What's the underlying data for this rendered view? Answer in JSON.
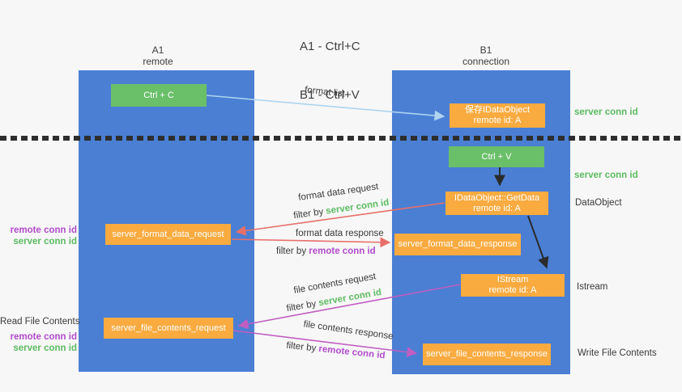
{
  "title": {
    "line1": "A1 - Ctrl+C",
    "line2": "B1 - Ctrl+V"
  },
  "columns": {
    "left": {
      "name": "A1",
      "role": "remote"
    },
    "right": {
      "name": "B1",
      "role": "connection"
    }
  },
  "nodes": {
    "ctrl_c": {
      "label": "Ctrl + C"
    },
    "ctrl_v": {
      "label": "Ctrl + V"
    },
    "save_dataobject": {
      "line1": "保存IDataObject",
      "line2": "remote id: A"
    },
    "getdata": {
      "line1": "IDataObject::GetData",
      "line2": "remote id: A"
    },
    "istream": {
      "line1": "IStream",
      "line2": "remote id: A"
    },
    "format_request": {
      "label": "server_format_data_request"
    },
    "format_response": {
      "label": "server_format_data_response"
    },
    "file_request": {
      "label": "server_file_contents_request"
    },
    "file_response": {
      "label": "server_file_contents_response"
    }
  },
  "labels": {
    "format_list": "format list",
    "format_data_request": "format data request",
    "format_data_response": "format data response",
    "file_contents_request": "file contents request",
    "file_contents_response": "file contents response",
    "filter_by": "filter by ",
    "server_conn_id": "server conn id",
    "remote_conn_id": "remote conn id"
  },
  "side": {
    "right": {
      "server_conn_id_top": "server conn id",
      "server_conn_id_mid": "server conn id",
      "dataobject": "DataObject",
      "istream": "Istream",
      "write_file": "Write File Contents"
    },
    "left": {
      "remote_conn_id_top": "remote conn id",
      "server_conn_id_top": "server conn id",
      "read_file": "Read File Contents",
      "remote_conn_id_bottom": "remote conn id",
      "server_conn_id_bottom": "server conn id"
    }
  },
  "colors": {
    "lifeline": "#4a7fd4",
    "green_box": "#6abf69",
    "orange_box": "#f9ab40",
    "arrow_blue": "#aed4f0",
    "arrow_red": "#e8706a",
    "arrow_magenta": "#c05ec2",
    "arrow_black": "#2b2b2b",
    "text_green": "#5cbb61",
    "text_purple": "#b24bcc",
    "text_dark": "#3a3a3a",
    "background": "#f7f7f7"
  }
}
